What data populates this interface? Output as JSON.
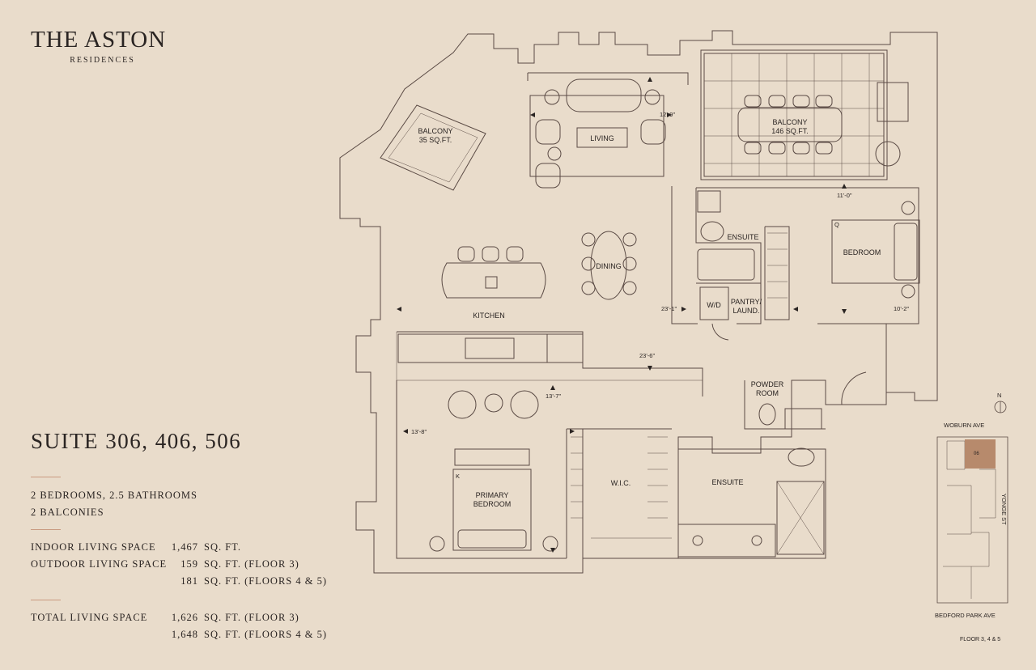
{
  "brand": {
    "name": "THE ASTON",
    "sub": "RESIDENCES"
  },
  "suite": {
    "title": "SUITE 306, 406, 506",
    "bedrooms": "2 BEDROOMS, 2.5 BATHROOMS",
    "balconies": "2 BALCONIES"
  },
  "areas": {
    "indoor_label": "INDOOR LIVING SPACE",
    "indoor_value": "1,467",
    "indoor_unit": "SQ. FT.",
    "outdoor_label": "OUTDOOR LIVING SPACE",
    "outdoor_value1": "159",
    "outdoor_unit1": "SQ. FT. (FLOOR 3)",
    "outdoor_value2": "181",
    "outdoor_unit2": "SQ. FT. (FLOORS 4 & 5)",
    "total_label": "TOTAL LIVING SPACE",
    "total_value1": "1,626",
    "total_unit1": "SQ. FT. (FLOOR 3)",
    "total_value2": "1,648",
    "total_unit2": "SQ. FT. (FLOORS 4 & 5)"
  },
  "plan": {
    "balcony_small": [
      "BALCONY",
      "35 SQ.FT."
    ],
    "balcony_large": [
      "BALCONY",
      "146 SQ.FT."
    ],
    "living": "LIVING",
    "dining": "DINING",
    "kitchen": "KITCHEN",
    "ensuite_top": "ENSUITE",
    "bedroom": "BEDROOM",
    "wd": "W/D",
    "pantry": [
      "PANTRY/",
      "LAUND."
    ],
    "powder": [
      "POWDER",
      "ROOM"
    ],
    "wic": "W.I.C.",
    "ensuite_bottom": "ENSUITE",
    "primary": [
      "PRIMARY",
      "BEDROOM"
    ],
    "dims": {
      "d1": "12'-9\"",
      "d2": "11'-0\"",
      "d3": "23'-1\"",
      "d4": "10'-2\"",
      "d5": "23'-6\"",
      "d6": "13'-7\"",
      "d7": "13'-8\""
    },
    "bed_q": "Q",
    "bed_k": "K"
  },
  "keyplan": {
    "north": "N",
    "street_top": "WOBURN AVE",
    "street_right": "YONGE ST",
    "street_bottom": "BEDFORD PARK AVE",
    "unit": "06",
    "floors": "FLOOR 3, 4  & 5"
  },
  "colors": {
    "background": "#e9dccb",
    "line": "#5a4a44",
    "accent_rule": "#c99a80",
    "highlight_unit": "#b78a6c"
  }
}
